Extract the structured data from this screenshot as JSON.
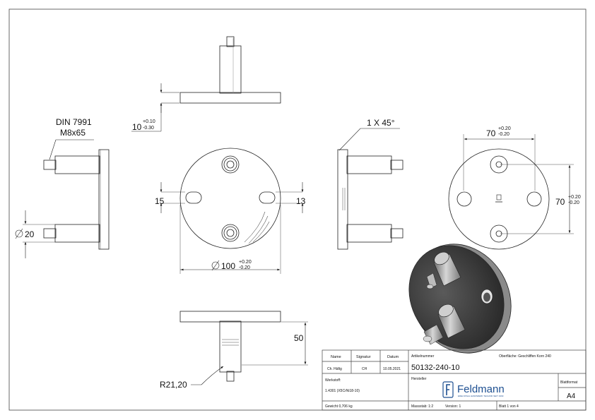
{
  "views": {
    "top": {
      "dim_thickness": "10",
      "tol_upper": "+0.10",
      "tol_lower": "-0.30"
    },
    "left": {
      "bolt_line1": "DIN 7991",
      "bolt_line2": "M8x65",
      "diameter": "20"
    },
    "front": {
      "slot_left": "15",
      "slot_right": "13",
      "diameter": "100",
      "tol_upper": "+0.20",
      "tol_lower": "-0.20"
    },
    "right_side": {
      "chamfer": "1 X 45°"
    },
    "back": {
      "spacing_h": "70",
      "spacing_v": "70",
      "tol_upper": "+0.20",
      "tol_lower": "-0.20"
    },
    "bottom": {
      "height": "50",
      "radius": "R21,20"
    }
  },
  "title_block": {
    "name_label": "Name",
    "signatur_label": "Signatur",
    "datum_label": "Datum",
    "name_value": "Ch. Häfig",
    "signatur_value": "CH",
    "datum_value": "10.05.2021",
    "artikelnummer_label": "Artikelnummer",
    "artikelnummer_value": "50132-240-10",
    "oberflaeche": "Oberfläche: Geschliffen Korn 240",
    "werkstoff_label": "Werkstoff:",
    "werkstoff_value": "1.4301 (X5CrNi18-10)",
    "hersteller_label": "Hersteller",
    "logo_text": "Feldmann",
    "logo_tagline": "EDELSTAHL HANDWERK TECHNIK SEIT 1993",
    "blattformat_label": "Blattformat",
    "blattformat_value": "A4",
    "gewicht": "Gewicht 0,706 kg",
    "massstab": "Massstab: 1:2",
    "version": "Version: 1",
    "blatt": "Blatt 1 von 4"
  }
}
